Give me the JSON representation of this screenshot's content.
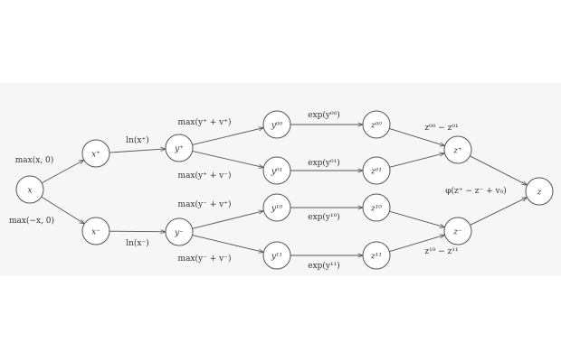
{
  "nodes": [
    {
      "id": "x",
      "label": "x"
    },
    {
      "id": "xp",
      "label": "x⁺"
    },
    {
      "id": "xm",
      "label": "x⁻"
    },
    {
      "id": "yp",
      "label": "y⁺"
    },
    {
      "id": "ym",
      "label": "y⁻"
    },
    {
      "id": "y00",
      "label": "y⁰⁰"
    },
    {
      "id": "y01",
      "label": "y⁰¹"
    },
    {
      "id": "y10",
      "label": "y¹⁰"
    },
    {
      "id": "y11",
      "label": "y¹¹"
    },
    {
      "id": "z00",
      "label": "z⁰⁰"
    },
    {
      "id": "z01",
      "label": "z⁰¹"
    },
    {
      "id": "z10",
      "label": "z¹⁰"
    },
    {
      "id": "z11",
      "label": "z¹¹"
    },
    {
      "id": "zp",
      "label": "z⁺"
    },
    {
      "id": "zm",
      "label": "z⁻"
    },
    {
      "id": "z",
      "label": "z"
    }
  ],
  "edges": [
    {
      "from": "x",
      "to": "xp"
    },
    {
      "from": "x",
      "to": "xm"
    },
    {
      "from": "xp",
      "to": "yp"
    },
    {
      "from": "xm",
      "to": "ym"
    },
    {
      "from": "yp",
      "to": "y00"
    },
    {
      "from": "yp",
      "to": "y01"
    },
    {
      "from": "ym",
      "to": "y10"
    },
    {
      "from": "ym",
      "to": "y11"
    },
    {
      "from": "y00",
      "to": "z00"
    },
    {
      "from": "y01",
      "to": "z01"
    },
    {
      "from": "y10",
      "to": "z10"
    },
    {
      "from": "y11",
      "to": "z11"
    },
    {
      "from": "z00",
      "to": "zp"
    },
    {
      "from": "z01",
      "to": "zp"
    },
    {
      "from": "z10",
      "to": "zm"
    },
    {
      "from": "z11",
      "to": "zm"
    },
    {
      "from": "zp",
      "to": "z"
    },
    {
      "from": "zm",
      "to": "z"
    }
  ],
  "edge_labels": {
    "x_xp": "max(x, 0)",
    "x_xm": "max(−x, 0)",
    "xp_yp": "ln(x⁺)",
    "xm_ym": "ln(x⁻)",
    "yp_y00": "max(y⁺ + v⁺)",
    "yp_y01": "max(y⁺ + v⁻)",
    "ym_y10": "max(y⁻ + v⁺)",
    "ym_y11": "max(y⁻ + v⁻)",
    "y00_z00": "exp(y⁰⁰)",
    "y01_z01": "exp(y⁰¹)",
    "y10_z10": "exp(y¹⁰)",
    "y11_z11": "exp(y¹¹)",
    "zp_label": "z⁰⁰ − z⁰¹",
    "zm_label": "z¹⁰ − z¹¹",
    "out_label": "φ(z⁺ − z⁻ + v₀)"
  }
}
